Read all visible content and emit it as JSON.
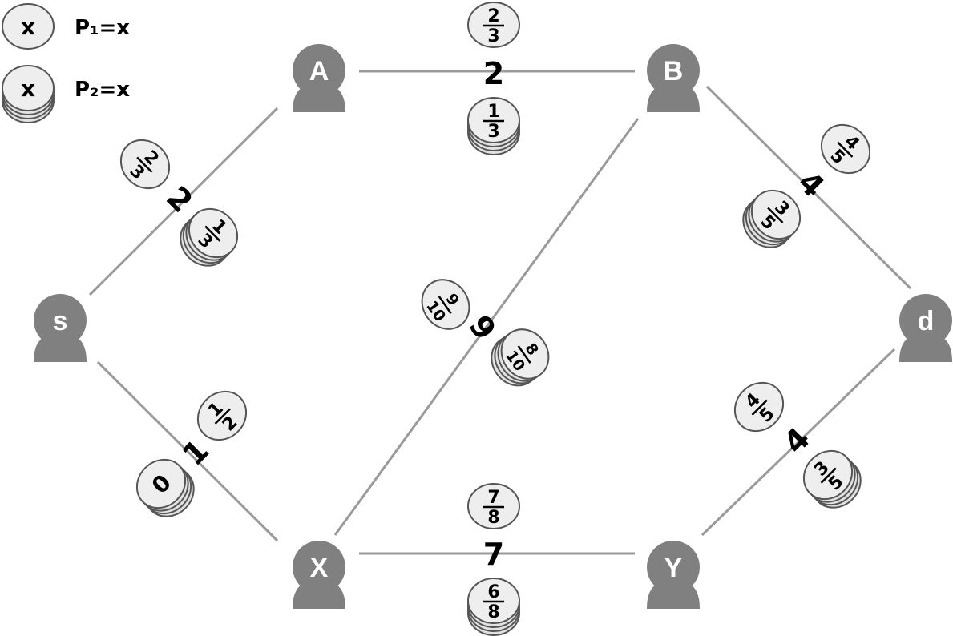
{
  "legend": [
    {
      "coin_text": "x",
      "label": "P₁=x",
      "player": 1
    },
    {
      "coin_text": "x",
      "label": "P₂=x",
      "player": 2
    }
  ],
  "nodes": [
    {
      "id": "s",
      "label": "s"
    },
    {
      "id": "A",
      "label": "A"
    },
    {
      "id": "B",
      "label": "B"
    },
    {
      "id": "d",
      "label": "d"
    },
    {
      "id": "X",
      "label": "X"
    },
    {
      "id": "Y",
      "label": "Y"
    }
  ],
  "edges": [
    {
      "from": "A",
      "to": "B",
      "weight": "2",
      "p1": {
        "num": "2",
        "den": "3"
      },
      "p2": {
        "num": "1",
        "den": "3"
      }
    },
    {
      "from": "s",
      "to": "A",
      "weight": "2",
      "p1": {
        "num": "2",
        "den": "3"
      },
      "p2": {
        "num": "1",
        "den": "3"
      }
    },
    {
      "from": "B",
      "to": "d",
      "weight": "4",
      "p1": {
        "num": "4",
        "den": "5"
      },
      "p2": {
        "num": "3",
        "den": "5"
      }
    },
    {
      "from": "X",
      "to": "B",
      "weight": "9",
      "p1": {
        "num": "9",
        "den": "10"
      },
      "p2": {
        "num": "8",
        "den": "10"
      }
    },
    {
      "from": "s",
      "to": "X",
      "weight": "1",
      "p1": {
        "num": "1",
        "den": "2"
      },
      "p2": {
        "text": "0"
      }
    },
    {
      "from": "X",
      "to": "Y",
      "weight": "7",
      "p1": {
        "num": "7",
        "den": "8"
      },
      "p2": {
        "num": "6",
        "den": "8"
      }
    },
    {
      "from": "Y",
      "to": "d",
      "weight": "4",
      "p1": {
        "num": "4",
        "den": "5"
      },
      "p2": {
        "num": "3",
        "den": "5"
      }
    }
  ],
  "colors": {
    "node": "#808080",
    "edge": "#9a9a9a",
    "coin_face": "#eeeeee",
    "coin_outline": "#555555",
    "text": "#000000"
  }
}
